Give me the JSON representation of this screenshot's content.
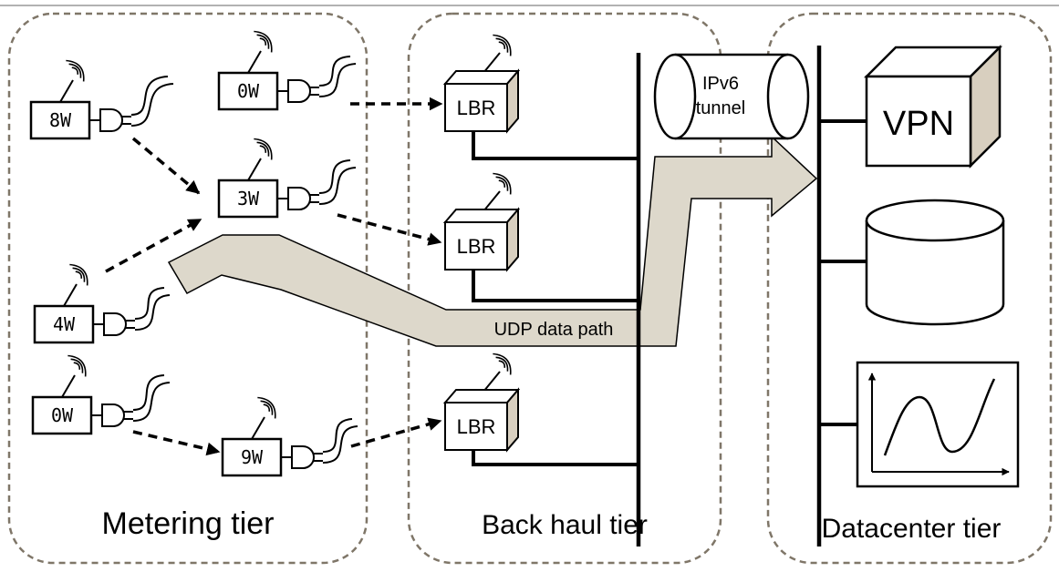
{
  "tiers": {
    "metering": "Metering tier",
    "backhaul": "Back haul tier",
    "datacenter": "Datacenter tier"
  },
  "meters": [
    {
      "id": "m1",
      "reading": "8W"
    },
    {
      "id": "m2",
      "reading": "0W"
    },
    {
      "id": "m3",
      "reading": "3W"
    },
    {
      "id": "m4",
      "reading": "4W"
    },
    {
      "id": "m5",
      "reading": "0W"
    },
    {
      "id": "m6",
      "reading": "9W"
    }
  ],
  "routers": [
    {
      "id": "r1",
      "label": "LBR"
    },
    {
      "id": "r2",
      "label": "LBR"
    },
    {
      "id": "r3",
      "label": "LBR"
    }
  ],
  "tunnel": {
    "line1": "IPv6",
    "line2": "tunnel"
  },
  "data_path_label": "UDP data path",
  "datacenter": {
    "vpn_label": "VPN"
  },
  "colors": {
    "tier_border": "#7f7668",
    "data_path_fill": "#ddd8cb",
    "box_side_fill": "#d8cfbf",
    "line": "#000000"
  }
}
